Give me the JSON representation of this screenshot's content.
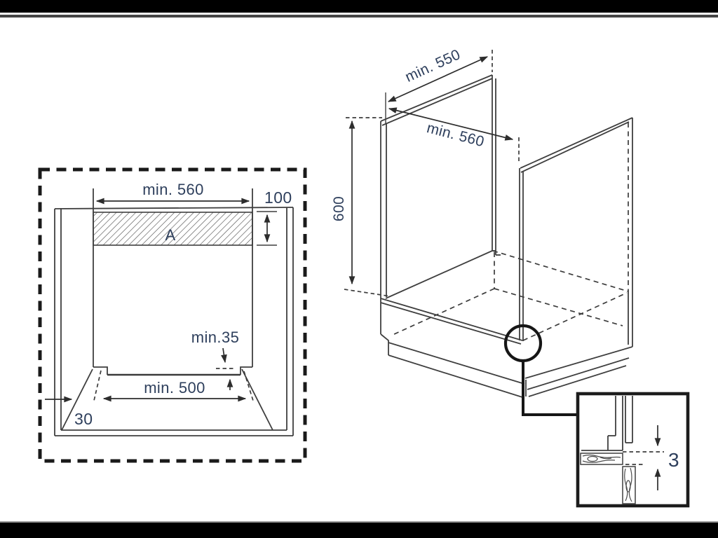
{
  "page": {
    "type": "appliance installation diagram",
    "background": "#ffffff",
    "frame_color": "#000000"
  },
  "colors": {
    "drawing_line": "#3f3f3f",
    "heavy_line": "#161616",
    "label_text": "#2e3f5c"
  },
  "left_diagram": {
    "description": "built-in niche front view with dashed boundary",
    "labels": {
      "top_width": "min. 560",
      "strip_height": "100",
      "strip_label": "A",
      "bottom_clearance": "min.35",
      "bottom_width": "min. 500",
      "plinth_inset": "30"
    }
  },
  "right_diagram": {
    "description": "cabinet isometric view with side panels and base",
    "labels": {
      "top_depth": "min. 550",
      "inner_depth": "min. 560",
      "height": "600"
    },
    "detail": {
      "gap": "3"
    }
  }
}
